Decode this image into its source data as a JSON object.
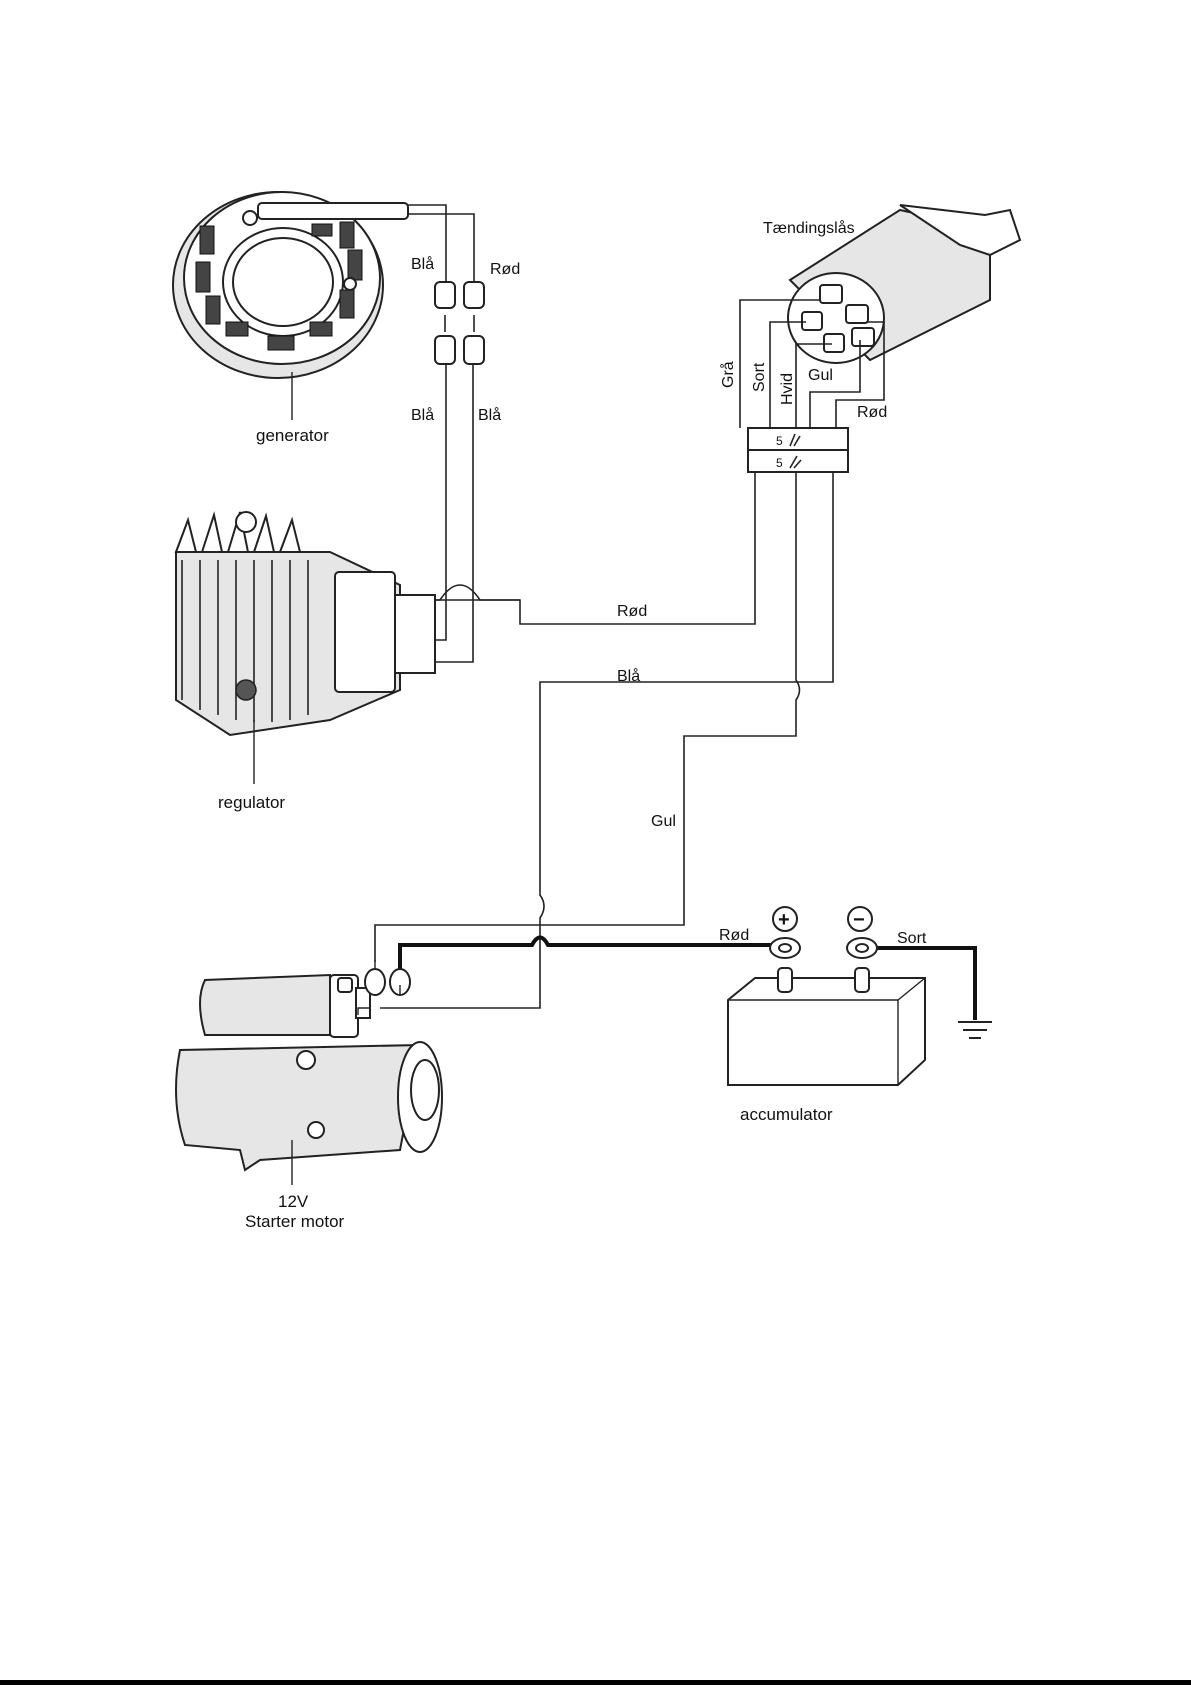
{
  "components": {
    "generator": "generator",
    "regulator": "regulator",
    "ignition_switch": "Tændingslås",
    "accumulator": "accumulator",
    "starter_voltage": "12V",
    "starter_motor": "Starter motor"
  },
  "wire_labels": {
    "gen_left_top": "Blå",
    "gen_right_top": "Rød",
    "gen_left_bottom": "Blå",
    "gen_right_bottom": "Blå",
    "switch_gra": "Grå",
    "switch_sort": "Sort",
    "switch_hvid": "Hvid",
    "switch_gul": "Gul",
    "switch_rod": "Rød",
    "reg_rod": "Rød",
    "bla_main": "Blå",
    "gul_main": "Gul",
    "battery_rod": "Rød",
    "battery_sort": "Sort"
  },
  "connector": {
    "pin_top": "5",
    "pin_bottom": "5"
  },
  "battery_terminals": {
    "positive": "+",
    "negative": "−"
  }
}
